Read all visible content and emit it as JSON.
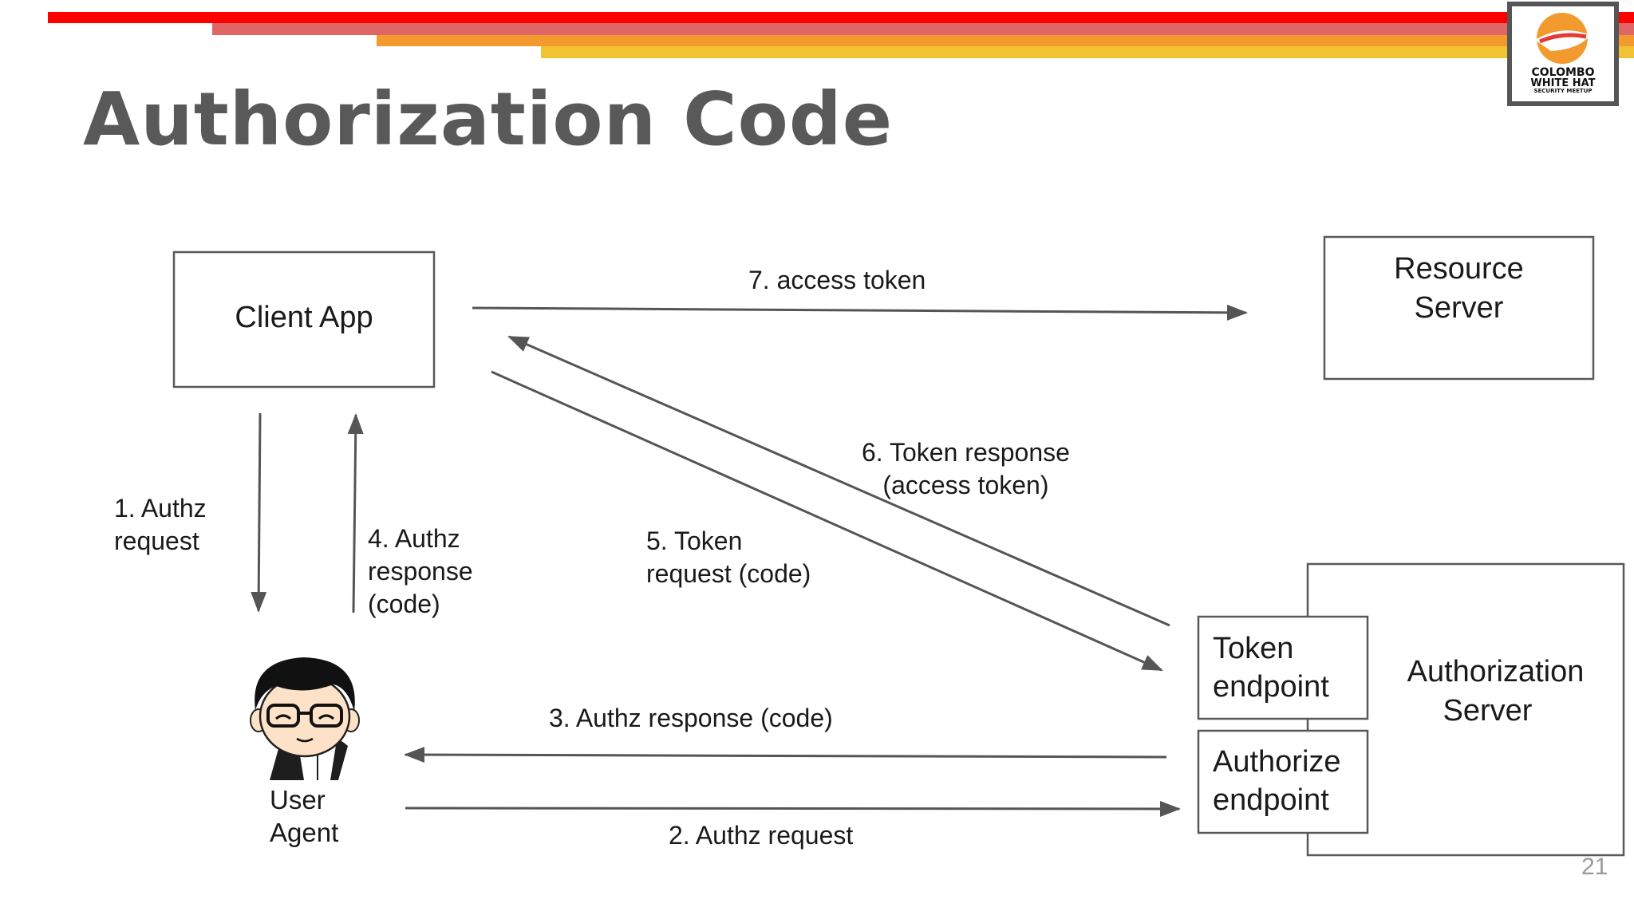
{
  "slide": {
    "title": "Authorization Code",
    "page_number": "21"
  },
  "logo": {
    "line1": "COLOMBO",
    "line2": "WHITE HAT",
    "line3": "SECURITY MEETUP"
  },
  "colors": {
    "stripe_red": "#ff0000",
    "stripe_pink": "#e06666",
    "stripe_orange": "#f29a2e",
    "stripe_yellow": "#f1c232",
    "arrow": "#555555",
    "box_border": "#595959",
    "title": "#595959"
  },
  "nodes": {
    "client_app": "Client App",
    "resource_server_line1": "Resource",
    "resource_server_line2": "Server",
    "authorization_server_line1": "Authorization",
    "authorization_server_line2": "Server",
    "token_endpoint_line1": "Token",
    "token_endpoint_line2": "endpoint",
    "authorize_endpoint_line1": "Authorize",
    "authorize_endpoint_line2": "endpoint",
    "user_agent_line1": "User",
    "user_agent_line2": "Agent"
  },
  "edges": {
    "step1_line1": "1. Authz",
    "step1_line2": "request",
    "step2": "2. Authz request",
    "step3": "3. Authz response (code)",
    "step4_line1": "4. Authz",
    "step4_line2": "response",
    "step4_line3": "(code)",
    "step5_line1": "5. Token",
    "step5_line2": "request (code)",
    "step6_line1": "6. Token response",
    "step6_line2": "(access token)",
    "step7": "7. access token"
  }
}
